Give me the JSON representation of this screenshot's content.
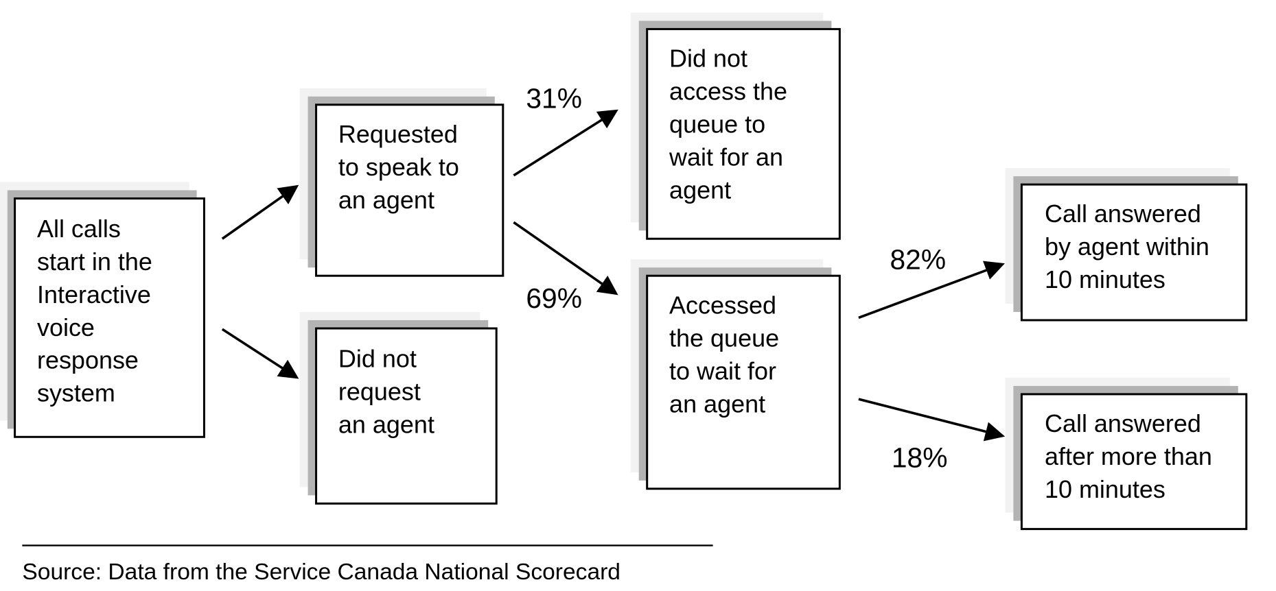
{
  "boxes": {
    "start": [
      "All calls",
      "start in the",
      "Interactive",
      "voice",
      "response",
      "system"
    ],
    "requested": [
      "Requested",
      "to speak to",
      "an agent"
    ],
    "not_requested": [
      "Did not",
      "request",
      "an agent"
    ],
    "not_accessed": [
      "Did not",
      "access the",
      "queue to",
      "wait for an",
      "agent"
    ],
    "accessed": [
      "Accessed",
      "the queue",
      "to wait for",
      "an agent"
    ],
    "within_10": [
      "Call answered",
      "by agent within",
      "10 minutes"
    ],
    "after_10": [
      "Call answered",
      "after more than",
      "10 minutes"
    ]
  },
  "percentages": {
    "not_accessed": "31%",
    "accessed": "69%",
    "within_10": "82%",
    "after_10": "18%"
  },
  "source": "Source: Data from the Service Canada National Scorecard",
  "colors": {
    "shadow_light": "#f2f2f2",
    "shadow_dark": "#b3b3b3"
  }
}
